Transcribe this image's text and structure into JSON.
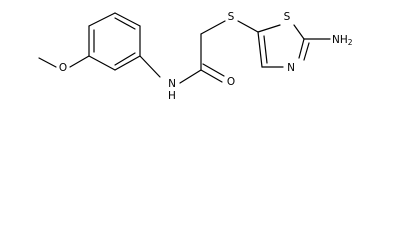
{
  "molecule": {
    "atoms": {
      "o_methoxy": "O",
      "n_amide": "N",
      "h_amide": "H",
      "o_carbonyl": "O",
      "s_thioether": "S",
      "s_ring": "S",
      "n_ring": "N",
      "nh2": "NH",
      "nh2_sub": "2"
    }
  },
  "colors": {
    "bond": "#000000",
    "label": "#000000",
    "background": "#ffffff"
  }
}
